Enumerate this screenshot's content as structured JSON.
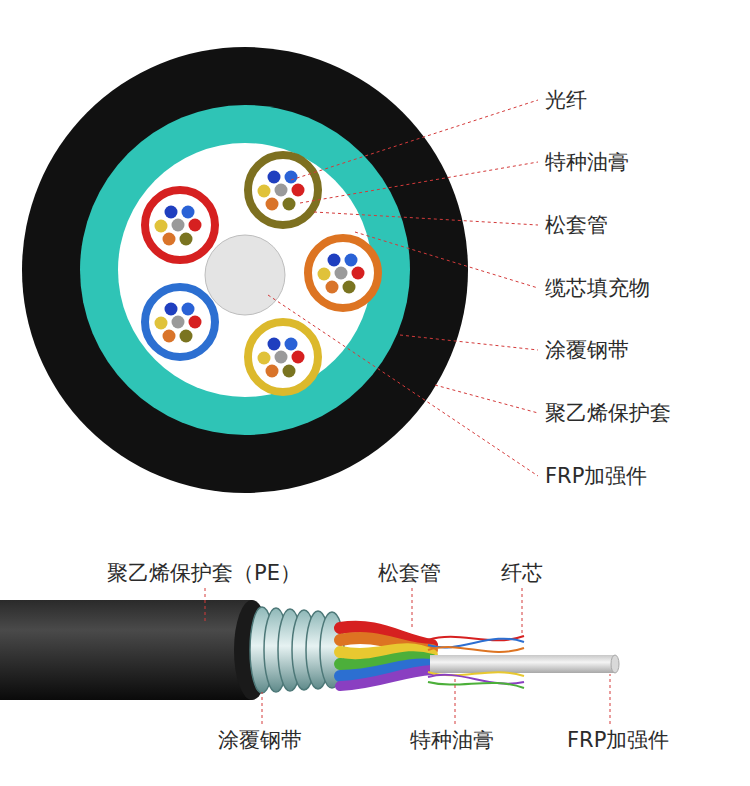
{
  "diagram": {
    "labels": [
      "光纤",
      "特种油膏",
      "松套管",
      "缆芯填充物",
      "涂覆钢带",
      "聚乙烯保护套",
      "FRP加强件",
      "聚乙烯保护套（PE）",
      "松套管",
      "纤芯",
      "涂覆钢带",
      "特种油膏",
      "FRP加强件"
    ]
  }
}
